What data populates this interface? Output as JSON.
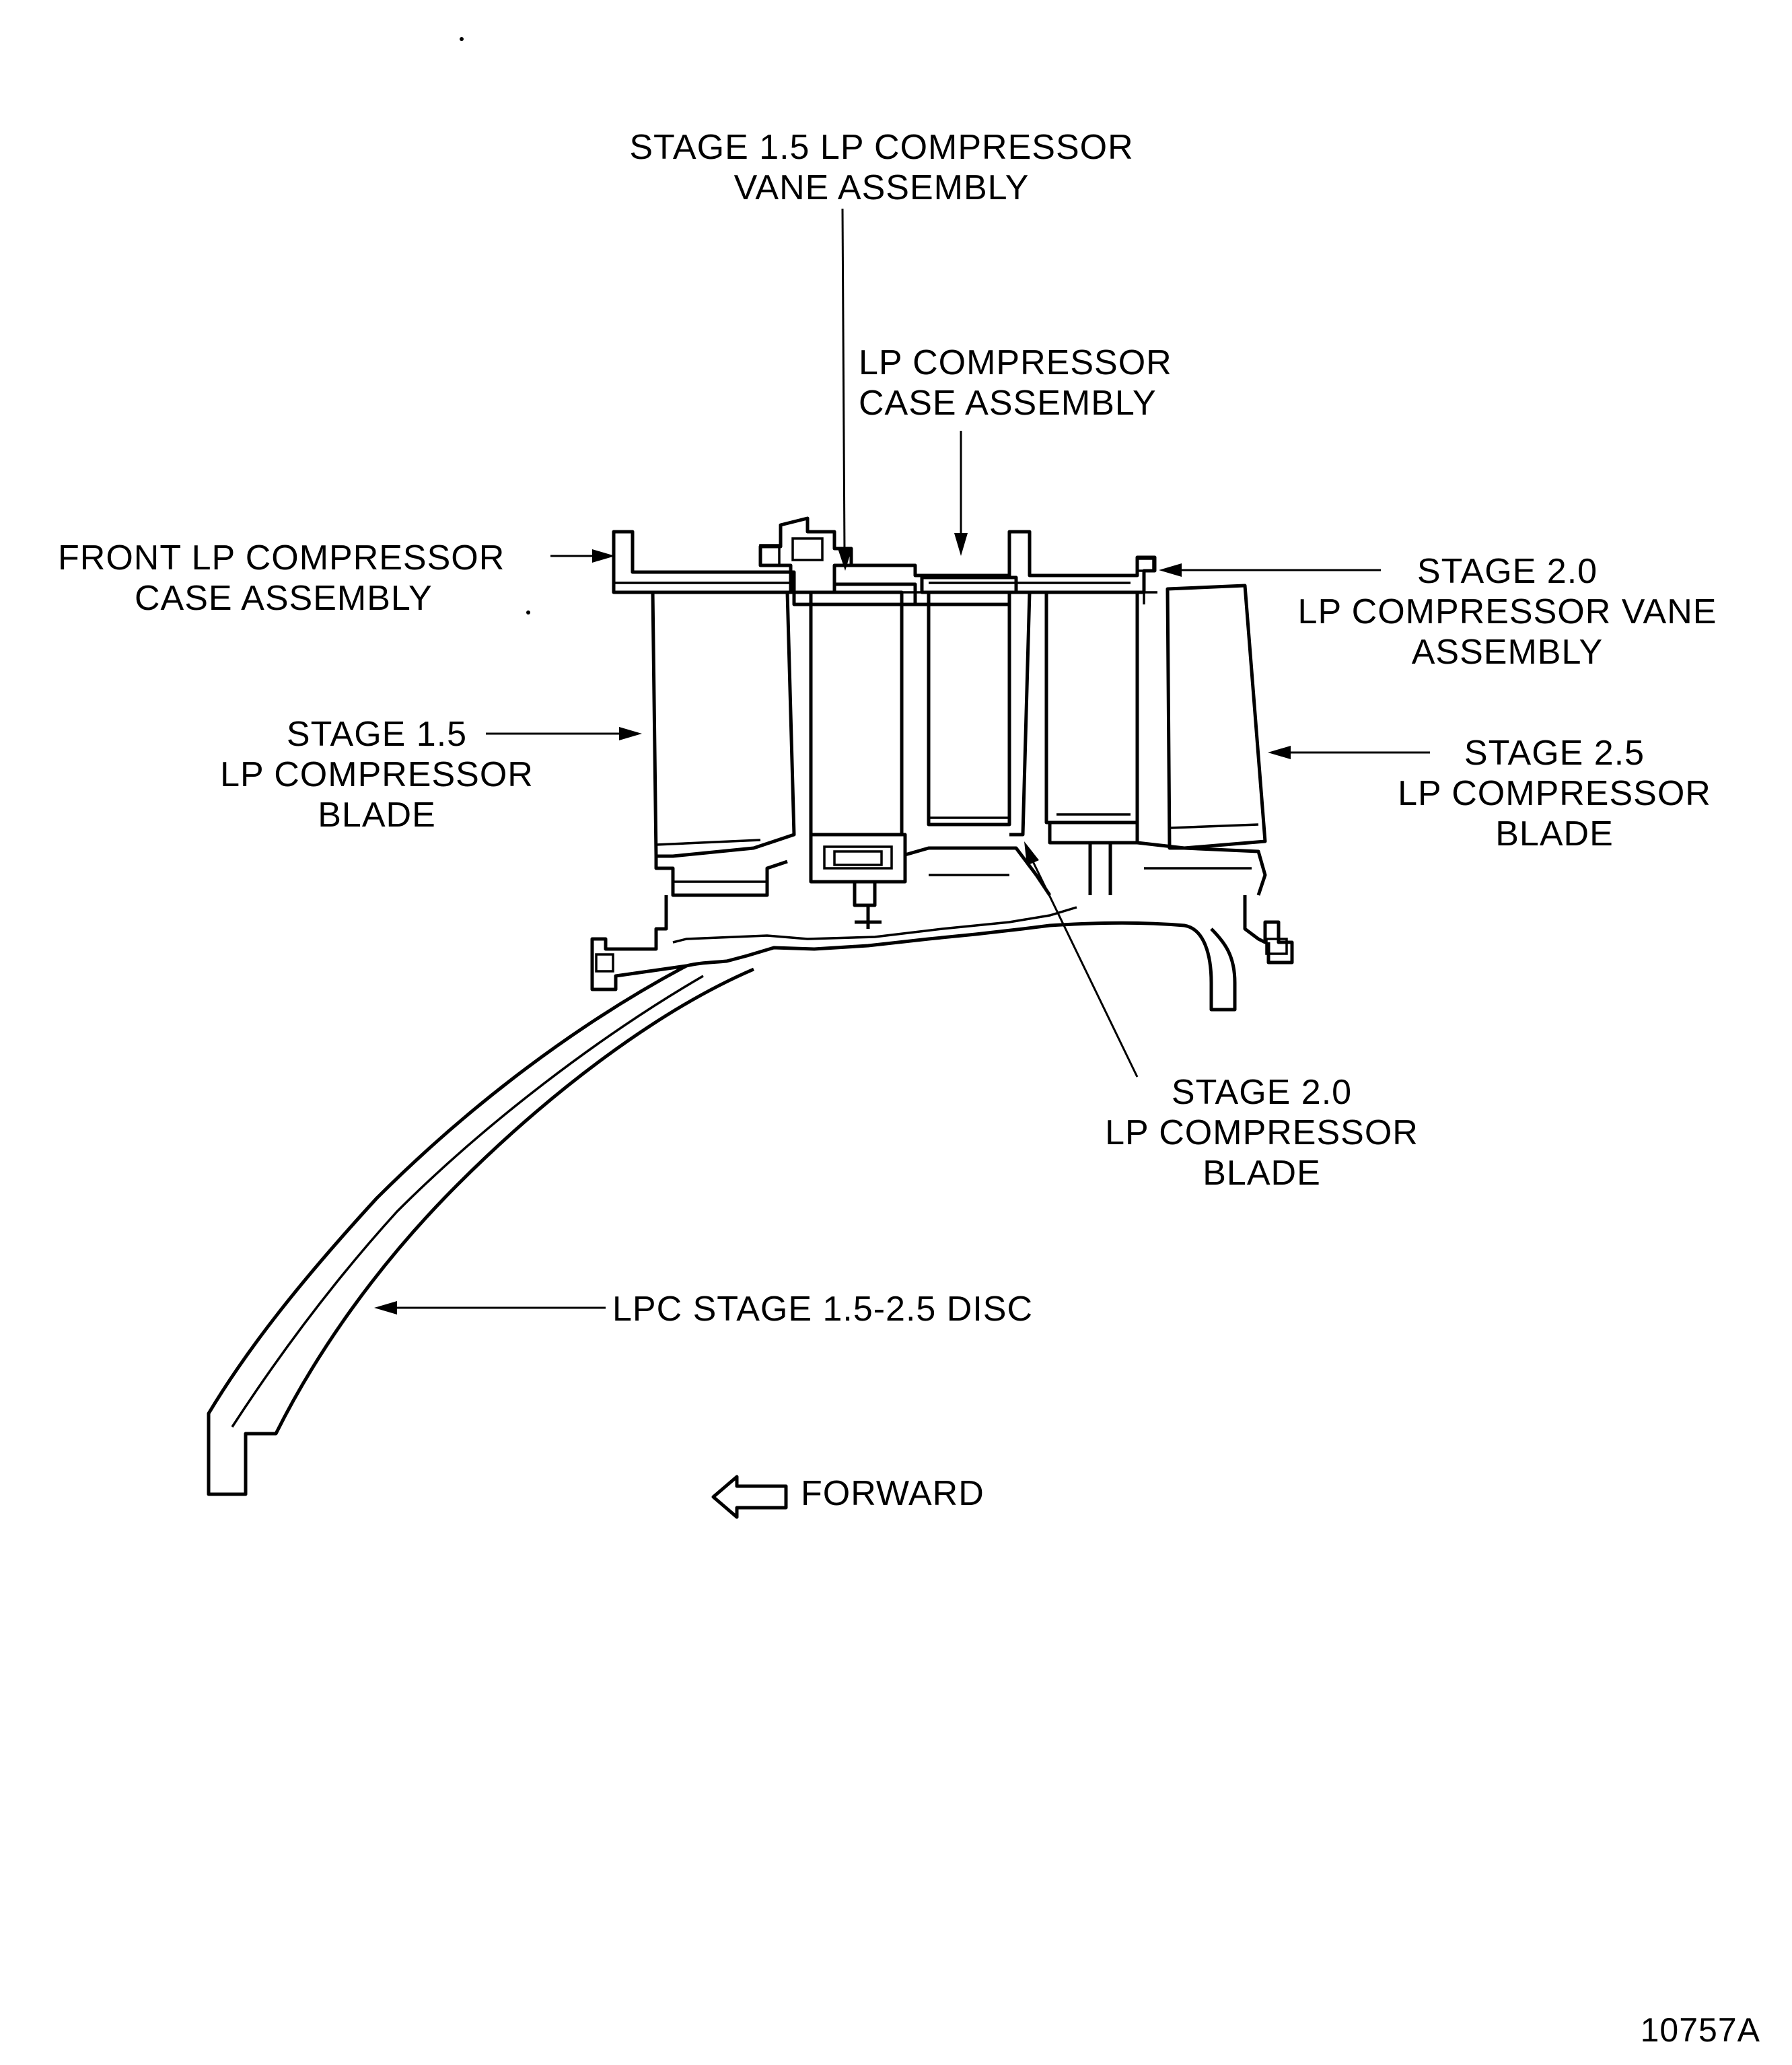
{
  "figure": {
    "labels": {
      "stage_1_5_vane": [
        "STAGE 1.5 LP COMPRESSOR",
        "VANE ASSEMBLY"
      ],
      "lp_case": [
        "LP COMPRESSOR",
        "CASE ASSEMBLY"
      ],
      "front_case": [
        "FRONT LP COMPRESSOR",
        "CASE ASSEMBLY"
      ],
      "stage_2_0_vane": [
        "STAGE 2.0",
        "LP COMPRESSOR VANE",
        "ASSEMBLY"
      ],
      "stage_1_5_blade": [
        "STAGE 1.5",
        "LP COMPRESSOR",
        "BLADE"
      ],
      "stage_2_5_blade": [
        "STAGE 2.5",
        "LP COMPRESSOR",
        "BLADE"
      ],
      "stage_2_0_blade": [
        "STAGE 2.0",
        "LP COMPRESSOR",
        "BLADE"
      ],
      "disc": "LPC STAGE 1.5-2.5 DISC",
      "forward": "FORWARD"
    },
    "figure_code": "10757A",
    "line_color": "#000000",
    "background_color": "#ffffff"
  }
}
